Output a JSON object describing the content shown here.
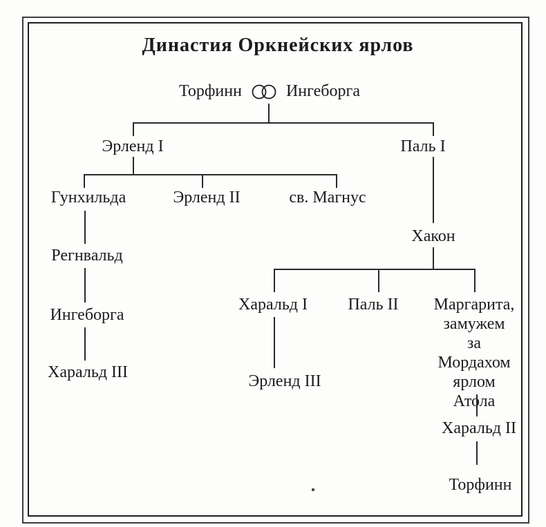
{
  "title": "Династия Оркнейских ярлов",
  "couple": {
    "husband": "Торфинн",
    "wife": "Ингеборга",
    "symbol": "interlocked-marriage-rings"
  },
  "nodes": {
    "erlend1": "Эрленд I",
    "pal1": "Паль I",
    "gunhilda": "Гунхильда",
    "erlend2": "Эрленд II",
    "magnus": "св. Магнус",
    "regnvald": "Регнвальд",
    "ingeborga2": "Ингеборга",
    "harald3": "Харальд III",
    "hakon": "Хакон",
    "harald1": "Харальд I",
    "pal2": "Паль II",
    "margarita": "Маргарита,\nзамужем\nза Мордахом\nярлом\nАтола",
    "erlend3": "Эрленд III",
    "harald2": "Харальд II",
    "torfinn2": "Торфинн"
  },
  "lineage": [
    {
      "parent": "Торфинн ∞ Ингеборга",
      "children": [
        "Эрленд I",
        "Паль I"
      ]
    },
    {
      "parent": "Эрленд I",
      "children": [
        "Гунхильда",
        "Эрленд II",
        "св. Магнус"
      ]
    },
    {
      "parent": "Гунхильда",
      "children": [
        "Регнвальд"
      ]
    },
    {
      "parent": "Регнвальд",
      "children": [
        "Ингеборга"
      ]
    },
    {
      "parent": "Ингеборга",
      "children": [
        "Харальд III"
      ]
    },
    {
      "parent": "Паль I",
      "children": [
        "Хакон"
      ]
    },
    {
      "parent": "Хакон",
      "children": [
        "Харальд I",
        "Паль II",
        "Маргарита, замужем за Мордахом ярлом Атола"
      ]
    },
    {
      "parent": "Харальд I",
      "children": [
        "Эрленд III"
      ]
    },
    {
      "parent": "Маргарита",
      "children": [
        "Харальд II"
      ]
    },
    {
      "parent": "Харальд II",
      "children": [
        "Торфинн"
      ]
    }
  ],
  "colors": {
    "ink": "#1c1c1c",
    "line": "#2a2a2a",
    "paper": "#fdfdfb"
  }
}
